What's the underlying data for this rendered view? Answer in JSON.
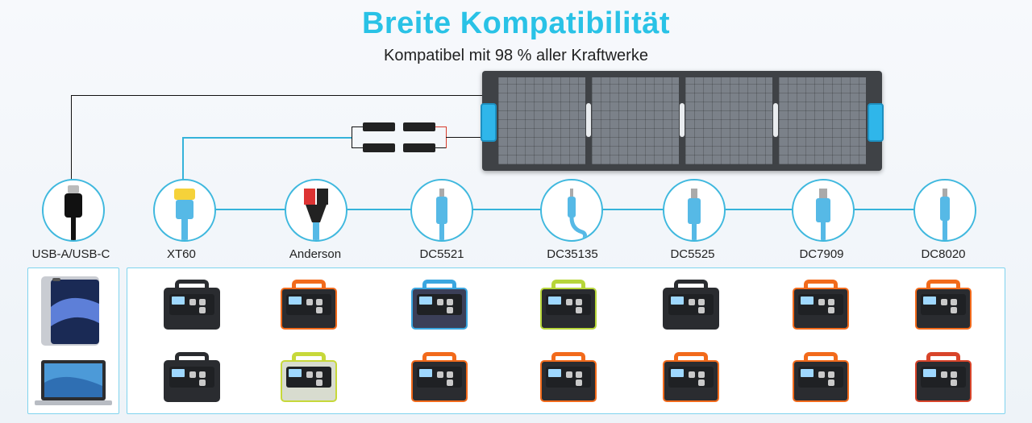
{
  "header": {
    "title": "Breite Kompatibilität",
    "subtitle": "Kompatibel mit 98 % aller Kraftwerke"
  },
  "connectors": [
    {
      "label": "USB-A/USB-C",
      "icon": "usb-c-plug-icon"
    },
    {
      "label": "XT60",
      "icon": "xt60-plug-icon"
    },
    {
      "label": "Anderson",
      "icon": "anderson-plug-icon"
    },
    {
      "label": "DC5521",
      "icon": "dc5521-plug-icon"
    },
    {
      "label": "DC35135",
      "icon": "dc35135-plug-icon"
    },
    {
      "label": "DC5525",
      "icon": "dc5525-plug-icon"
    },
    {
      "label": "DC7909",
      "icon": "dc7909-plug-icon"
    },
    {
      "label": "DC8020",
      "icon": "dc8020-plug-icon"
    }
  ],
  "colors": {
    "accent": "#29c2e6",
    "cable_blue": "#35b3da",
    "orange": "#f26a1b",
    "dark": "#2a2c30"
  },
  "devices_left": [
    "tablet-icon",
    "laptop-icon"
  ],
  "power_stations": [
    {
      "row": 0,
      "col": 0,
      "color": "#2a2c30",
      "accent": "#2a2c30"
    },
    {
      "row": 0,
      "col": 1,
      "color": "#2a2c30",
      "accent": "#f26a1b"
    },
    {
      "row": 0,
      "col": 2,
      "color": "#3b3f58",
      "accent": "#3aa6e0"
    },
    {
      "row": 0,
      "col": 3,
      "color": "#2a2c30",
      "accent": "#b7d63a"
    },
    {
      "row": 0,
      "col": 4,
      "color": "#2a2c30",
      "accent": "#2a2c30"
    },
    {
      "row": 0,
      "col": 5,
      "color": "#2a2c30",
      "accent": "#f26a1b"
    },
    {
      "row": 0,
      "col": 6,
      "color": "#2a2c30",
      "accent": "#f26a1b"
    },
    {
      "row": 1,
      "col": 0,
      "color": "#2a2c30",
      "accent": "#2a2c30"
    },
    {
      "row": 1,
      "col": 1,
      "color": "#d8dccf",
      "accent": "#c7d83a"
    },
    {
      "row": 1,
      "col": 2,
      "color": "#2a2c30",
      "accent": "#f26a1b"
    },
    {
      "row": 1,
      "col": 3,
      "color": "#2a2c30",
      "accent": "#f26a1b"
    },
    {
      "row": 1,
      "col": 4,
      "color": "#2a2c30",
      "accent": "#f26a1b"
    },
    {
      "row": 1,
      "col": 5,
      "color": "#2a2c30",
      "accent": "#f26a1b"
    },
    {
      "row": 1,
      "col": 6,
      "color": "#2a2c30",
      "accent": "#d8442a"
    }
  ]
}
